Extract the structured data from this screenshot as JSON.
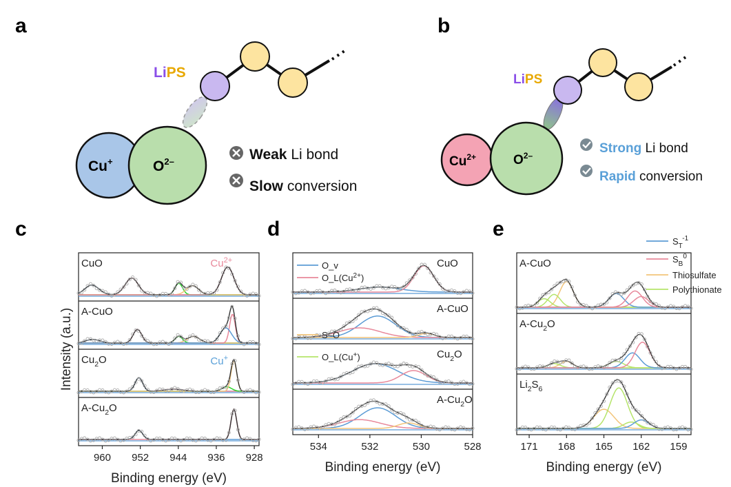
{
  "panel_labels": {
    "a": "a",
    "b": "b",
    "c": "c",
    "d": "d",
    "e": "e"
  },
  "schematic_a": {
    "lips_li": "Li",
    "lips_ps": "PS",
    "cation": "Cu",
    "cation_sup": "+",
    "anion": "O",
    "anion_sup": "2–",
    "item1_bold": "Weak",
    "item1_rest": " Li bond",
    "item2_bold": "Slow",
    "item2_rest": " conversion",
    "icon": "x-circle-icon"
  },
  "schematic_b": {
    "lips_li": "Li",
    "lips_ps": "PS",
    "cation": "Cu",
    "cation_sup": "2+",
    "anion": "O",
    "anion_sup": "2–",
    "item1_bold": "Strong",
    "item1_rest": " Li bond",
    "item2_bold": "Rapid",
    "item2_rest": " conversion",
    "icon": "check-circle-icon"
  },
  "colors": {
    "purple": "#c9b8f0",
    "yellow": "#fde4a0",
    "cu_plus": "#a9c6e8",
    "cu_2plus": "#f4a3b4",
    "oxygen": "#b9deac",
    "li_text": "#8a4ee8",
    "ps_text": "#e8a800",
    "accent_blue": "#5aa0d8",
    "fit_blue": "#5b9bd5",
    "fit_pink": "#e8889a",
    "fit_yellow": "#f2c47a",
    "fit_green": "#2bd12b",
    "fit_lime": "#b5e46a",
    "raw_gray": "#a9a9a9"
  },
  "chart_data": [
    {
      "type": "line",
      "title": "XPS Cu 2p",
      "xlabel": "Binding energy (eV)",
      "ylabel": "Intensity (a.u.)",
      "xlim": [
        965,
        927
      ],
      "xticks": [
        960,
        952,
        944,
        936,
        928
      ],
      "x_reversed": true,
      "stacks": [
        {
          "label": "CuO",
          "annotation": "Cu",
          "annotation_sup": "2+",
          "annotation_color": "#e8889a",
          "peaks": [
            {
              "center": 962.2,
              "height": 0.32,
              "width": 1.5
            },
            {
              "center": 953.8,
              "height": 0.55,
              "width": 1.4
            },
            {
              "center": 943.9,
              "height": 0.38,
              "width": 0.8
            },
            {
              "center": 941.0,
              "height": 0.3,
              "width": 1.3
            },
            {
              "center": 933.6,
              "height": 0.92,
              "width": 1.3
            }
          ]
        },
        {
          "label": "A-CuO",
          "peaks": [
            {
              "center": 962.0,
              "height": 0.12,
              "width": 1.5
            },
            {
              "center": 952.6,
              "height": 0.45,
              "width": 0.9
            },
            {
              "center": 943.9,
              "height": 0.22,
              "width": 0.8
            },
            {
              "center": 940.8,
              "height": 0.22,
              "width": 1.3
            },
            {
              "center": 932.6,
              "height": 0.95,
              "width": 0.6
            },
            {
              "center": 934.0,
              "height": 0.5,
              "width": 1.2
            }
          ]
        },
        {
          "label": "Cu",
          "label_sub": "2",
          "label_tail": "O",
          "annotation": "Cu",
          "annotation_sup": "+",
          "annotation_color": "#5aa0d8",
          "peaks": [
            {
              "center": 952.3,
              "height": 0.45,
              "width": 0.8
            },
            {
              "center": 945.0,
              "height": 0.07,
              "width": 2.0
            },
            {
              "center": 933.8,
              "height": 0.15,
              "width": 1.0
            },
            {
              "center": 932.3,
              "height": 1.0,
              "width": 0.6
            }
          ]
        },
        {
          "label": "A-Cu",
          "label_sub": "2",
          "label_tail": "O",
          "peaks": [
            {
              "center": 952.3,
              "height": 0.3,
              "width": 0.8
            },
            {
              "center": 932.3,
              "height": 1.0,
              "width": 0.6
            }
          ]
        }
      ]
    },
    {
      "type": "line",
      "title": "XPS O 1s",
      "xlabel": "Binding energy (eV)",
      "xlim": [
        535,
        528
      ],
      "xticks": [
        534,
        532,
        530,
        528
      ],
      "x_reversed": true,
      "legend": [
        {
          "name": "O_v",
          "color": "#5b9bd5"
        },
        {
          "name": "O_L(Cu",
          "sup": "2+",
          "tail": ")",
          "color": "#e8889a"
        },
        {
          "name": "S–O",
          "color": "#f2c47a"
        },
        {
          "name": "O_L(Cu",
          "sup": "+",
          "tail": ")",
          "color": "#b5e46a"
        }
      ],
      "stacks": [
        {
          "label": "CuO",
          "peaks": [
            {
              "center": 531.6,
              "height": 0.18,
              "width": 0.8
            },
            {
              "center": 529.9,
              "height": 0.95,
              "width": 0.38
            }
          ]
        },
        {
          "label": "A-CuO",
          "peaks": [
            {
              "center": 531.7,
              "height": 0.78,
              "width": 0.7
            },
            {
              "center": 532.4,
              "height": 0.35,
              "width": 0.8
            },
            {
              "center": 529.8,
              "height": 0.15,
              "width": 0.3
            }
          ]
        },
        {
          "label": "Cu",
          "label_sub": "2",
          "label_tail": "O",
          "peaks": [
            {
              "center": 531.8,
              "height": 0.7,
              "width": 0.9
            },
            {
              "center": 530.3,
              "height": 0.45,
              "width": 0.5
            }
          ]
        },
        {
          "label": "A-Cu",
          "label_sub": "2",
          "label_tail": "O",
          "peaks": [
            {
              "center": 531.7,
              "height": 0.75,
              "width": 0.7
            },
            {
              "center": 532.4,
              "height": 0.32,
              "width": 0.8
            },
            {
              "center": 530.5,
              "height": 0.2,
              "width": 0.4
            }
          ]
        }
      ]
    },
    {
      "type": "line",
      "title": "XPS S 2p",
      "xlabel": "Binding energy (eV)",
      "xlim": [
        172,
        158
      ],
      "xticks": [
        171,
        168,
        165,
        162,
        159
      ],
      "x_reversed": true,
      "legend": [
        {
          "name": "S",
          "sub": "T",
          "sup": "-1",
          "color": "#5b9bd5"
        },
        {
          "name": "S",
          "sub": "B",
          "sup": "0",
          "color": "#e8889a"
        },
        {
          "name": "Thiosulfate",
          "color": "#f2c47a"
        },
        {
          "name": "Polythionate",
          "color": "#b5e46a"
        }
      ],
      "stacks": [
        {
          "label": "A-CuO",
          "peaks": [
            {
              "center": 168.0,
              "height": 0.6,
              "width": 0.55
            },
            {
              "center": 169.0,
              "height": 0.3,
              "width": 0.5
            },
            {
              "center": 169.8,
              "height": 0.2,
              "width": 0.5
            },
            {
              "center": 164.0,
              "height": 0.32,
              "width": 0.6
            },
            {
              "center": 162.5,
              "height": 0.38,
              "width": 0.6
            },
            {
              "center": 162.0,
              "height": 0.25,
              "width": 0.6
            }
          ]
        },
        {
          "label": "A-Cu",
          "label_sub": "2",
          "label_tail": "O",
          "peaks": [
            {
              "center": 168.0,
              "height": 0.15,
              "width": 0.5
            },
            {
              "center": 169.0,
              "height": 0.1,
              "width": 0.5
            },
            {
              "center": 164.0,
              "height": 0.15,
              "width": 0.6
            },
            {
              "center": 162.7,
              "height": 0.35,
              "width": 0.6
            },
            {
              "center": 161.9,
              "height": 0.6,
              "width": 0.6
            }
          ]
        },
        {
          "label": "Li",
          "label_sub": "2",
          "label_tail": "S",
          "label_sub2": "6",
          "peaks": [
            {
              "center": 165.0,
              "height": 0.45,
              "width": 0.8
            },
            {
              "center": 163.8,
              "height": 0.95,
              "width": 0.7
            },
            {
              "center": 162.8,
              "height": 0.15,
              "width": 0.6
            },
            {
              "center": 162.0,
              "height": 0.2,
              "width": 0.6
            }
          ]
        }
      ]
    }
  ]
}
